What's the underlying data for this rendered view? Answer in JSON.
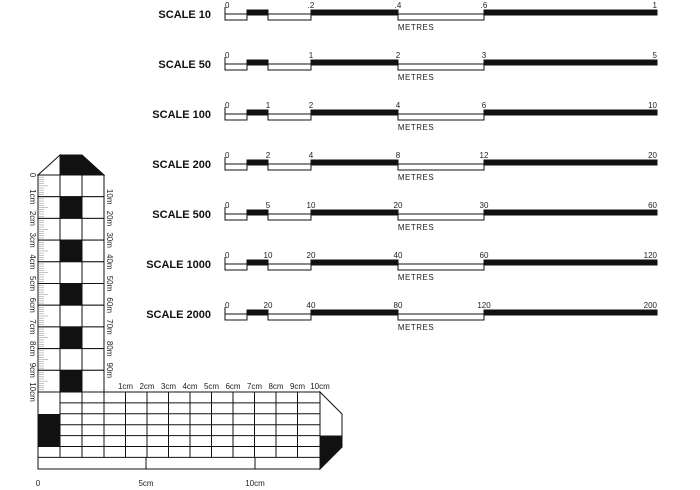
{
  "units_label": "METRES",
  "scales": [
    {
      "title": "SCALE 10",
      "ticks": [
        "0",
        "",
        ".2",
        ".4",
        ".6",
        "1"
      ]
    },
    {
      "title": "SCALE 50",
      "ticks": [
        "0",
        "",
        "1",
        "2",
        "3",
        "5"
      ]
    },
    {
      "title": "SCALE 100",
      "ticks": [
        "0",
        "1",
        "2",
        "4",
        "6",
        "10"
      ]
    },
    {
      "title": "SCALE 200",
      "ticks": [
        "0",
        "2",
        "4",
        "8",
        "12",
        "20"
      ]
    },
    {
      "title": "SCALE 500",
      "ticks": [
        "0",
        "5",
        "10",
        "20",
        "30",
        "60"
      ]
    },
    {
      "title": "SCALE 1000",
      "ticks": [
        "0",
        "10",
        "20",
        "40",
        "60",
        "120"
      ]
    },
    {
      "title": "SCALE 2000",
      "ticks": [
        "0",
        "20",
        "40",
        "80",
        "120",
        "200"
      ]
    }
  ],
  "vertical_ruler": {
    "left_labels": [
      "0",
      "1cm",
      "2cm",
      "3cm",
      "4cm",
      "5cm",
      "6cm",
      "7cm",
      "8cm",
      "9cm",
      "10cm"
    ],
    "right_labels": [
      "10m",
      "20m",
      "30m",
      "40m",
      "50m",
      "60m",
      "70m",
      "80m",
      "90m"
    ]
  },
  "horizontal_ruler": {
    "top_labels": [
      "1cm",
      "2cm",
      "3cm",
      "4cm",
      "5cm",
      "6cm",
      "7cm",
      "8cm",
      "9cm",
      "10cm"
    ],
    "bottom_labels": [
      "0",
      "5cm",
      "10cm"
    ]
  }
}
